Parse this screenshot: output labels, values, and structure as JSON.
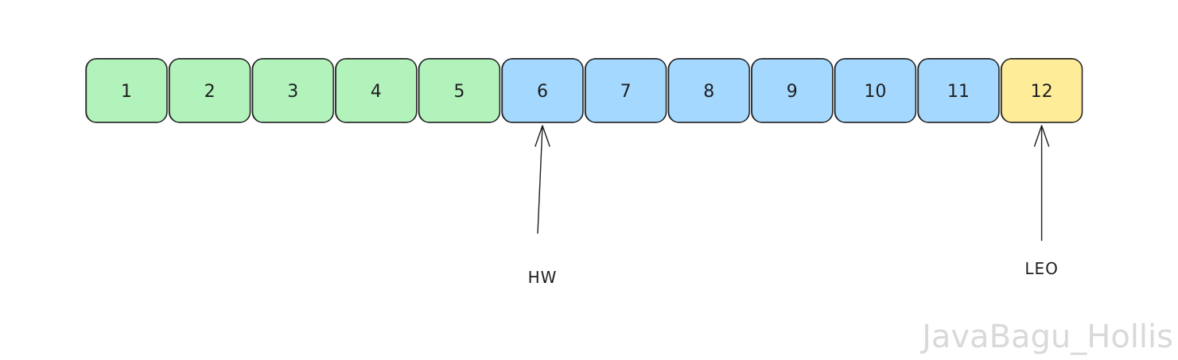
{
  "cells": [
    {
      "label": "1",
      "state": "committed"
    },
    {
      "label": "2",
      "state": "committed"
    },
    {
      "label": "3",
      "state": "committed"
    },
    {
      "label": "4",
      "state": "committed"
    },
    {
      "label": "5",
      "state": "committed"
    },
    {
      "label": "6",
      "state": "uncommitted"
    },
    {
      "label": "7",
      "state": "uncommitted"
    },
    {
      "label": "8",
      "state": "uncommitted"
    },
    {
      "label": "9",
      "state": "uncommitted"
    },
    {
      "label": "10",
      "state": "uncommitted"
    },
    {
      "label": "11",
      "state": "uncommitted"
    },
    {
      "label": "12",
      "state": "next"
    }
  ],
  "colors": {
    "committed": "#b2f2bb",
    "uncommitted": "#a5d8ff",
    "next": "#ffec99",
    "stroke": "#1e1e1e"
  },
  "pointers": [
    {
      "label": "HW",
      "target_index": 5
    },
    {
      "label": "LEO",
      "target_index": 11
    }
  ],
  "watermark": "JavaBagu_Hollis"
}
